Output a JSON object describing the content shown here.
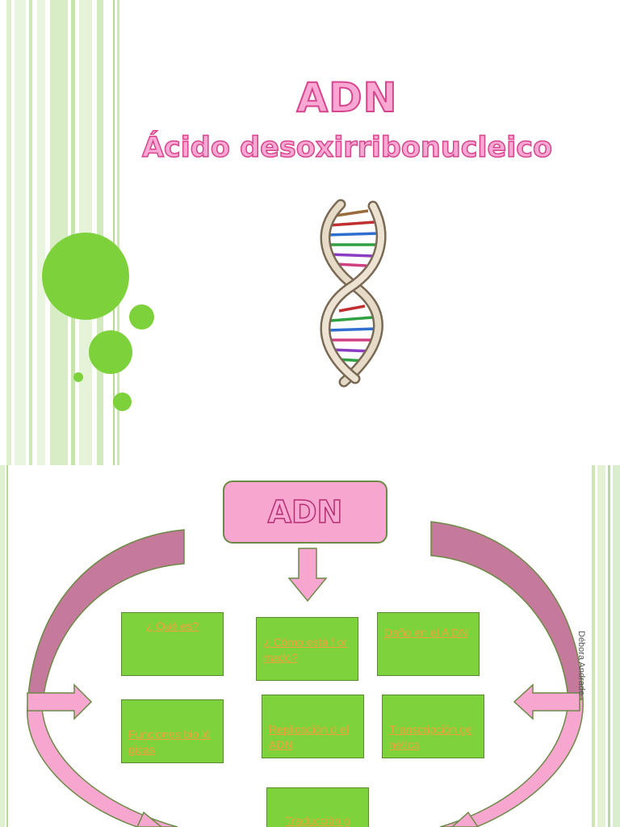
{
  "slide1": {
    "title": "ADN",
    "subtitle": "Ácido desoxirribonucleico"
  },
  "slide2": {
    "center_title": "ADN",
    "topics": [
      "¿ Qué es?",
      "¿ Cómo está f ormado?",
      "Daño en el A DN",
      "Funciones bio lógicas",
      "Replicación d el ADN",
      "Transcripción genética",
      "Traducción g"
    ],
    "author": "Débora Andrade"
  },
  "colors": {
    "accent_pink": "#f7a6cf",
    "title_stroke": "#d6458e",
    "accent_green": "#7ed33c",
    "link_orange": "#f2a23c",
    "arc_mauve": "#c57a9b"
  }
}
